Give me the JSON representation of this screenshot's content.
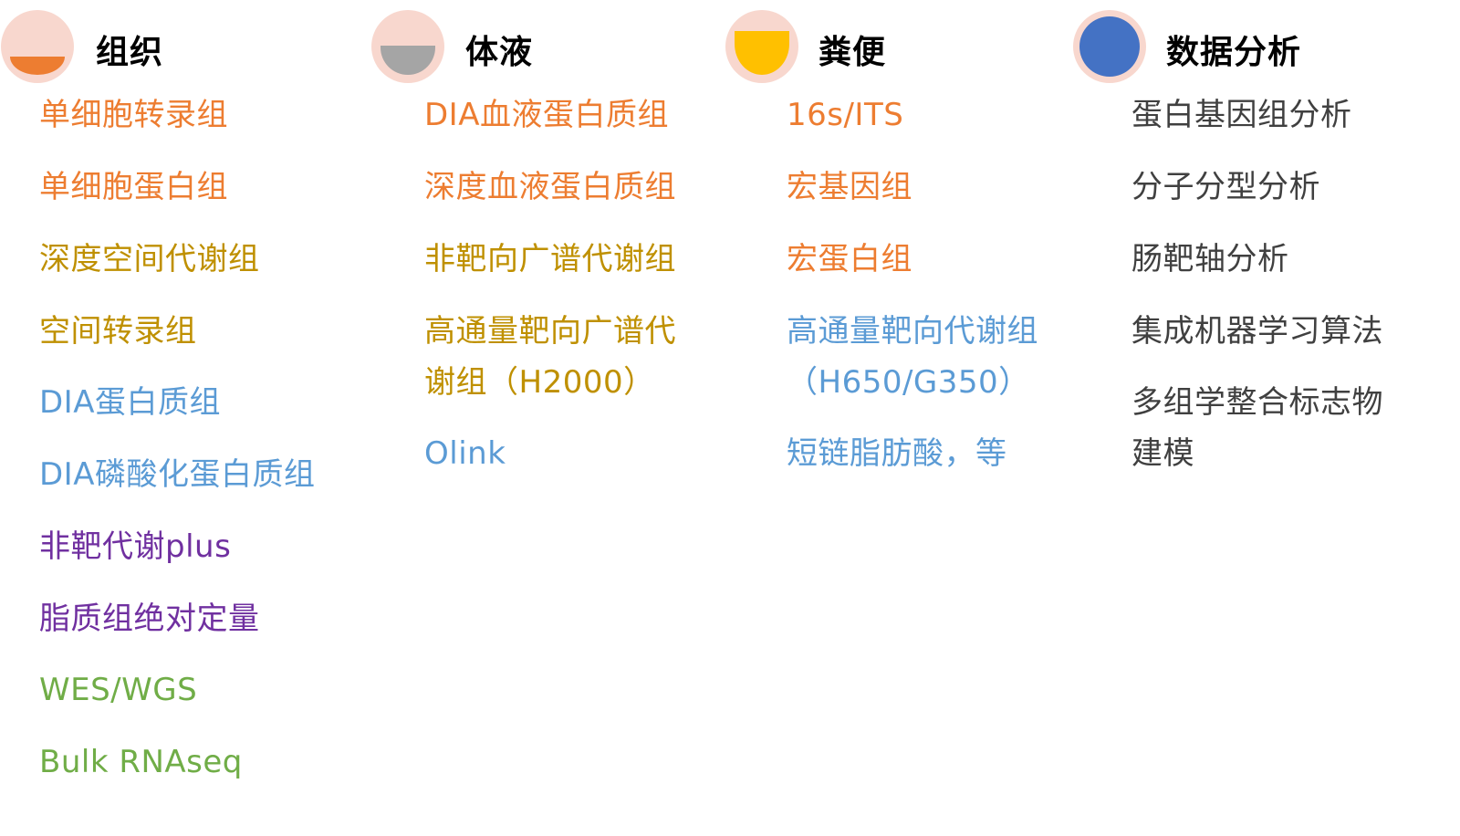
{
  "columns": [
    {
      "title": "组织",
      "icon": "half-filled-circle-orange",
      "icon_colors": {
        "ring": "#F8D7CE",
        "fill": "#ED7D31"
      },
      "items": [
        {
          "label": "单细胞转录组",
          "color": "#ED7D31"
        },
        {
          "label": "单细胞蛋白组",
          "color": "#ED7D31"
        },
        {
          "label": "深度空间代谢组",
          "color": "#BF9000"
        },
        {
          "label": "空间转录组",
          "color": "#BF9000"
        },
        {
          "label": "DIA蛋白质组",
          "color": "#5B9BD5"
        },
        {
          "label": "DIA磷酸化蛋白质组",
          "color": "#5B9BD5"
        },
        {
          "label": "非靶代谢plus",
          "color": "#7030A0"
        },
        {
          "label": "脂质组绝对定量",
          "color": "#7030A0"
        },
        {
          "label": "WES/WGS",
          "color": "#70AD47"
        },
        {
          "label": "Bulk RNAseq",
          "color": "#70AD47"
        }
      ]
    },
    {
      "title": "体液",
      "icon": "half-filled-circle-gray",
      "icon_colors": {
        "ring": "#F8D7CE",
        "fill": "#A5A5A5"
      },
      "items": [
        {
          "label": "DIA血液蛋白质组",
          "color": "#ED7D31"
        },
        {
          "label": "深度血液蛋白质组",
          "color": "#ED7D31"
        },
        {
          "label": "非靶向广谱代谢组",
          "color": "#BF9000"
        },
        {
          "label": "高通量靶向广谱代谢组（H2000）",
          "color": "#BF9000"
        },
        {
          "label": "Olink",
          "color": "#5B9BD5"
        }
      ]
    },
    {
      "title": "粪便",
      "icon": "mostly-filled-circle-yellow",
      "icon_colors": {
        "ring": "#F8D7CE",
        "fill": "#FFC000"
      },
      "items": [
        {
          "label": "16s/ITS",
          "color": "#ED7D31"
        },
        {
          "label": "宏基因组",
          "color": "#ED7D31"
        },
        {
          "label": "宏蛋白组",
          "color": "#ED7D31"
        },
        {
          "label": "高通量靶向代谢组（H650/G350）",
          "color": "#5B9BD5"
        },
        {
          "label": "短链脂肪酸，等",
          "color": "#5B9BD5"
        }
      ]
    },
    {
      "title": "数据分析",
      "icon": "filled-circle-blue",
      "icon_colors": {
        "ring": "#F8D7CE",
        "fill": "#4472C4"
      },
      "items": [
        {
          "label": "蛋白基因组分析",
          "color": "#404040"
        },
        {
          "label": "分子分型分析",
          "color": "#404040"
        },
        {
          "label": "肠靶轴分析",
          "color": "#404040"
        },
        {
          "label": "集成机器学习算法",
          "color": "#404040"
        },
        {
          "label": "多组学整合标志物建模",
          "color": "#404040"
        }
      ]
    }
  ]
}
